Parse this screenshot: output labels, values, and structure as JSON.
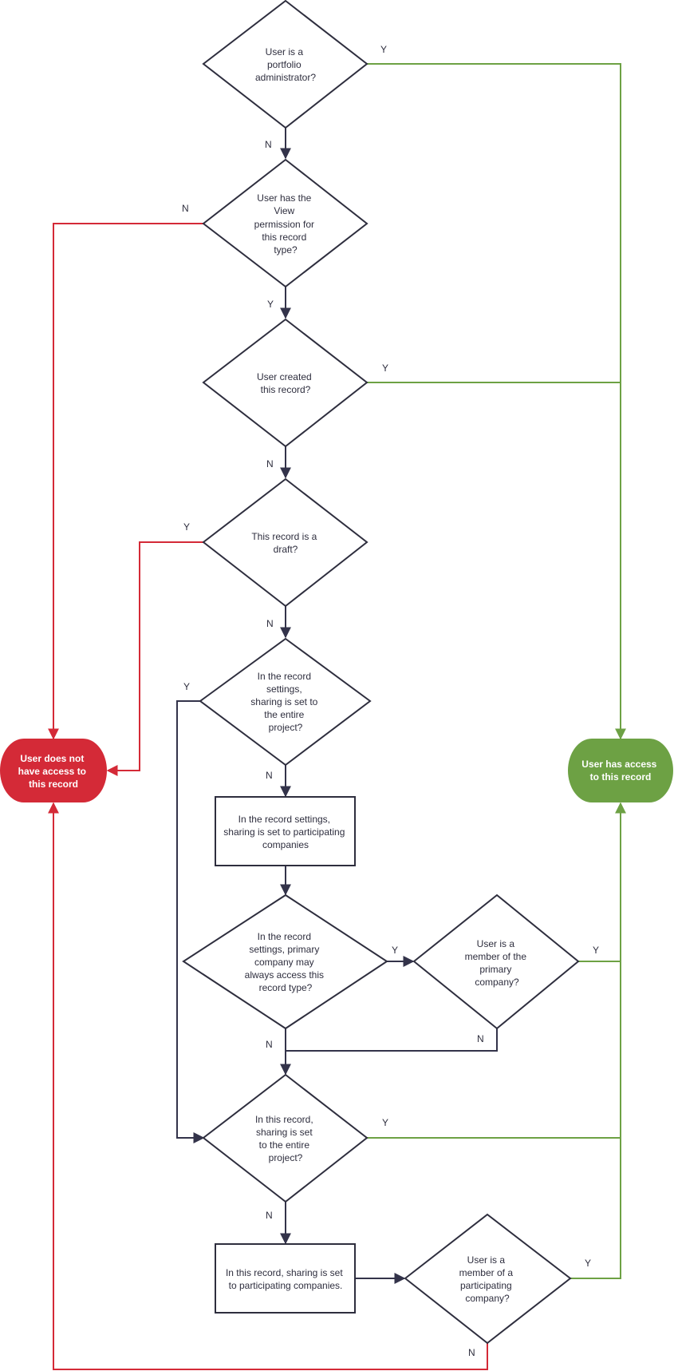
{
  "colors": {
    "neutral": "#33334a",
    "yes_path": "#6da144",
    "no_access_path": "#d42a37",
    "terminal_denied": "#d42a37",
    "terminal_granted": "#6da144"
  },
  "terminals": {
    "denied": [
      "User does not",
      "have  access to",
      "this record"
    ],
    "granted": [
      "User has access",
      "to this record"
    ]
  },
  "nodes": {
    "d1": [
      "User is a",
      "portfolio",
      "administrator?"
    ],
    "d2": [
      "User has the",
      "View",
      "permission for",
      "this record",
      "type?"
    ],
    "d3": [
      "User created",
      "this record?"
    ],
    "d4": [
      "This record is a",
      "draft?"
    ],
    "d5": [
      "In the record",
      "settings,",
      "sharing is set to",
      "the entire",
      "project?"
    ],
    "r1": [
      "In the record settings,",
      "sharing is set to participating",
      "companies"
    ],
    "d6": [
      "In the record",
      "settings, primary",
      "company may",
      "always access this",
      "record type?"
    ],
    "d7": [
      "User is a",
      "member of the",
      "primary",
      "company?"
    ],
    "d8": [
      "In this record,",
      "sharing is set",
      "to the entire",
      "project?"
    ],
    "r2": [
      "In this record, sharing is set",
      "to participating companies."
    ],
    "d9": [
      "User is a",
      "member of a",
      "participating",
      "company?"
    ]
  },
  "edge_labels": {
    "d1_yes": "Y",
    "d1_no": "N",
    "d2_no": "N",
    "d2_yes": "Y",
    "d3_yes": "Y",
    "d3_no": "N",
    "d4_yes": "Y",
    "d4_no": "N",
    "d5_yes": "Y",
    "d5_no": "N",
    "d6_yes": "Y",
    "d6_no": "N",
    "d7_yes": "Y",
    "d7_no": "N",
    "d8_yes": "Y",
    "d8_no": "N",
    "d9_yes": "Y",
    "d9_no": "N"
  }
}
